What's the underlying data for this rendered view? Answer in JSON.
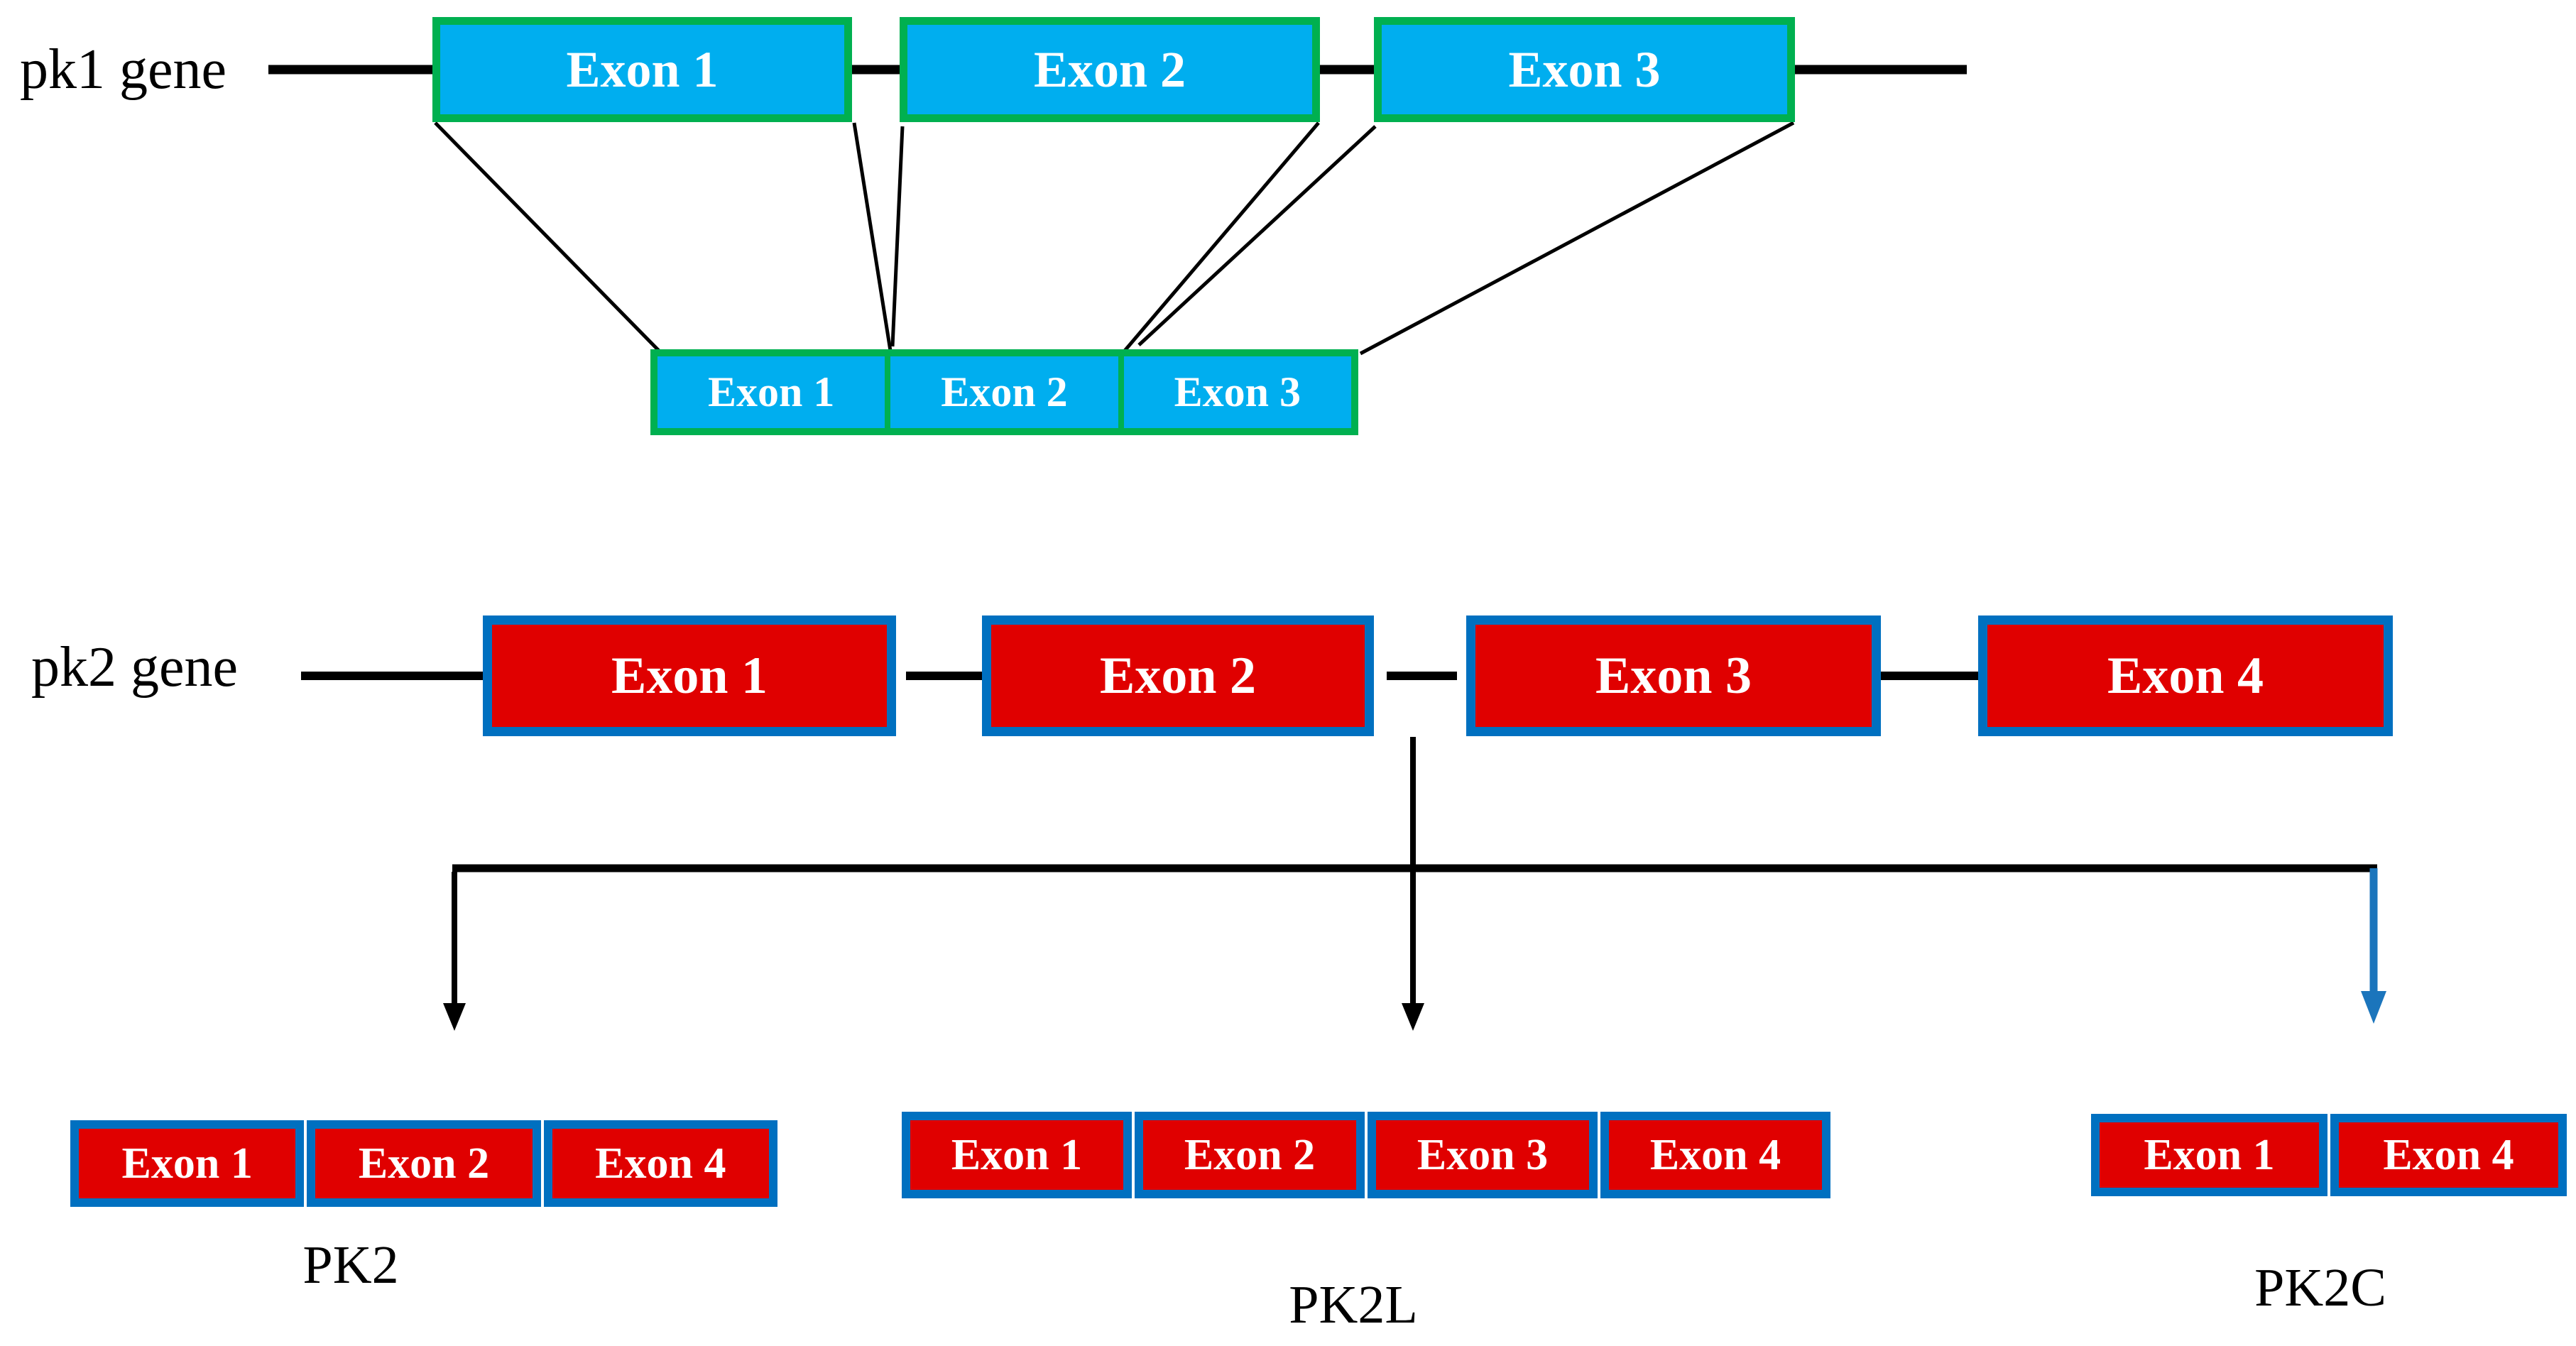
{
  "figure": {
    "pk1": {
      "gene_label": "pk1 gene",
      "gene_exons": [
        "Exon 1",
        "Exon 2",
        "Exon 3"
      ],
      "mrna_exons": [
        "Exon 1",
        "Exon 2",
        "Exon 3"
      ]
    },
    "pk2": {
      "gene_label": "pk2 gene",
      "gene_exons": [
        "Exon 1",
        "Exon 2",
        "Exon 3",
        "Exon 4"
      ]
    },
    "variants": [
      {
        "name": "PK2",
        "exons": [
          "Exon 1",
          "Exon 2",
          "Exon 4"
        ]
      },
      {
        "name": "PK2L",
        "exons": [
          "Exon 1",
          "Exon 2",
          "Exon 3",
          "Exon 4"
        ]
      },
      {
        "name": "PK2C",
        "exons": [
          "Exon 1",
          "Exon 4"
        ]
      }
    ],
    "colors": {
      "pk1_exon_fill": "#00AEEF",
      "pk1_exon_border": "#00B050",
      "pk2_exon_fill": "#E00000",
      "pk2_exon_border": "#0070C0",
      "black_line": "#000000",
      "blue_arrow": "#1B75BC"
    }
  }
}
